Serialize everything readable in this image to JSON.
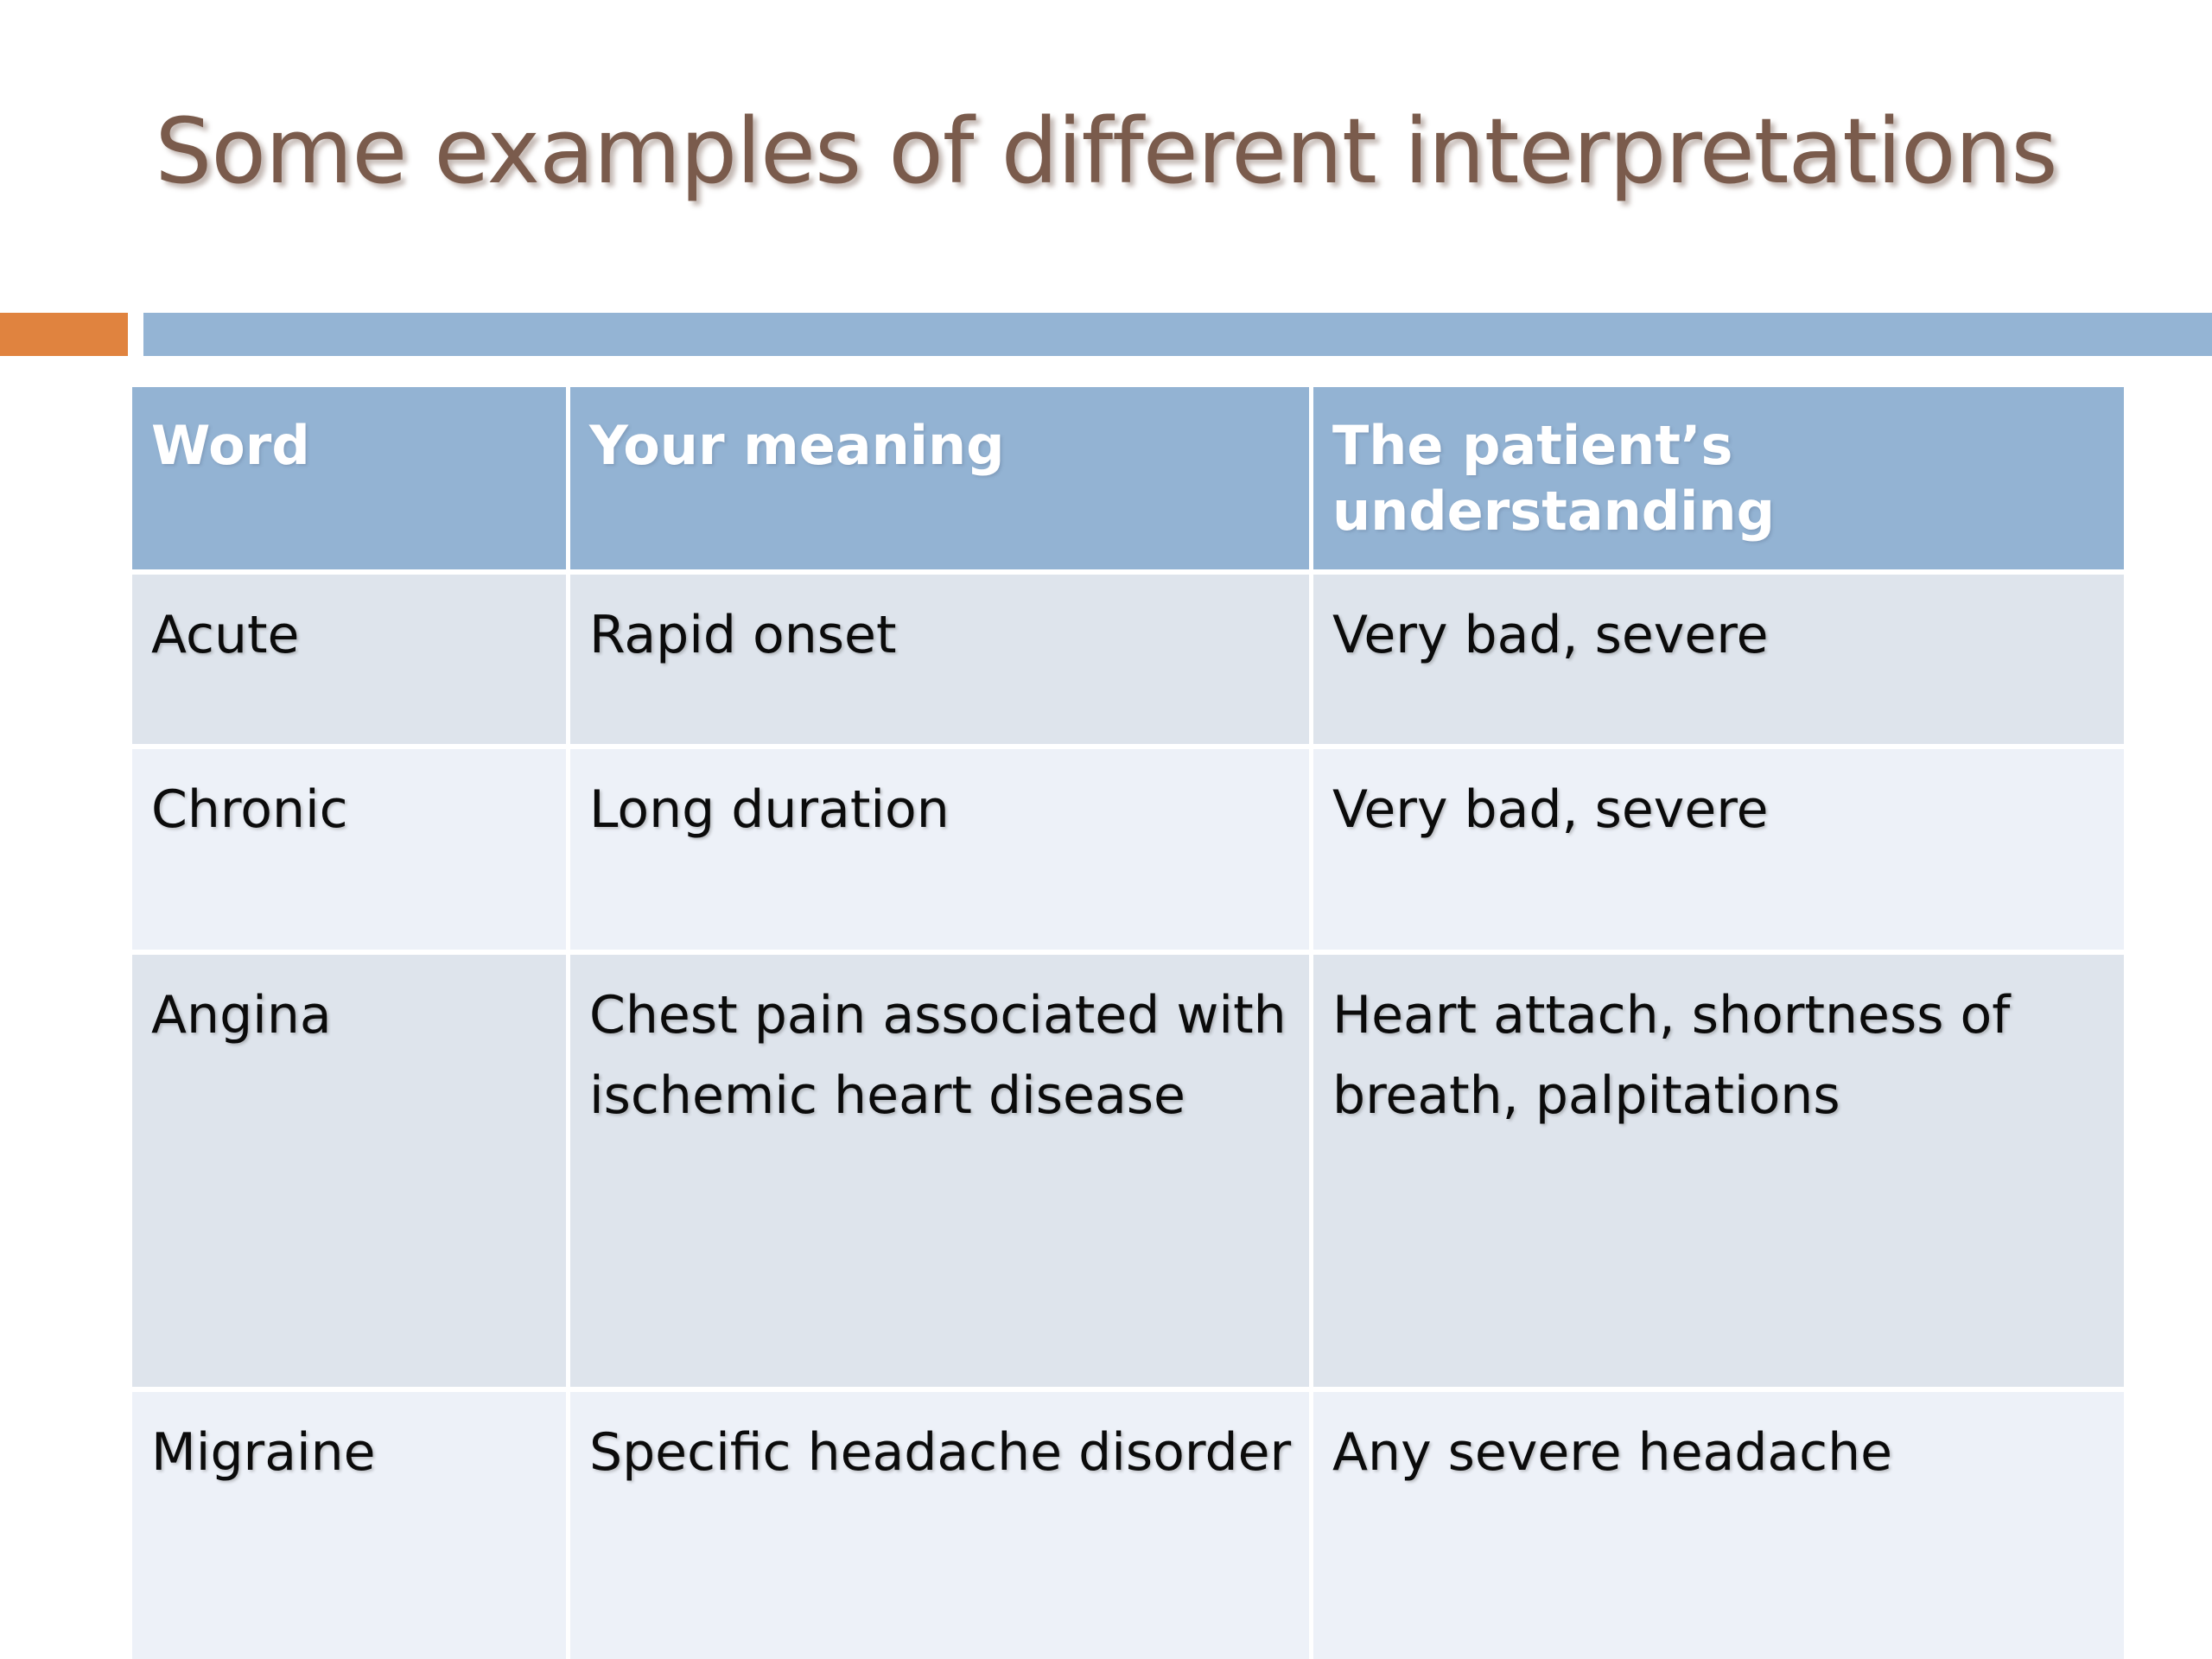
{
  "slide": {
    "title": "Some examples of different interpretations",
    "accent_orange": "#e0833f",
    "accent_blue": "#94b4d4",
    "title_color": "#7a5b4c"
  },
  "table": {
    "header_bg": "#93b3d3",
    "header_text_color": "#ffffff",
    "row_band_dark": "#dee4ec",
    "row_band_light": "#edf1f8",
    "columns": [
      "Word",
      "Your meaning",
      "The patient’s understanding"
    ],
    "rows": [
      {
        "word": "Acute",
        "your_meaning": "Rapid onset",
        "patient_understanding": "Very bad, severe"
      },
      {
        "word": "Chronic",
        "your_meaning": "Long duration",
        "patient_understanding": "Very bad, severe"
      },
      {
        "word": "Angina",
        "your_meaning": "Chest pain associated with ischemic heart disease",
        "patient_understanding": "Heart attach, shortness of breath, palpitations"
      },
      {
        "word": "Migraine",
        "your_meaning": "Specific headache disorder",
        "patient_understanding": "Any severe headache"
      }
    ]
  }
}
